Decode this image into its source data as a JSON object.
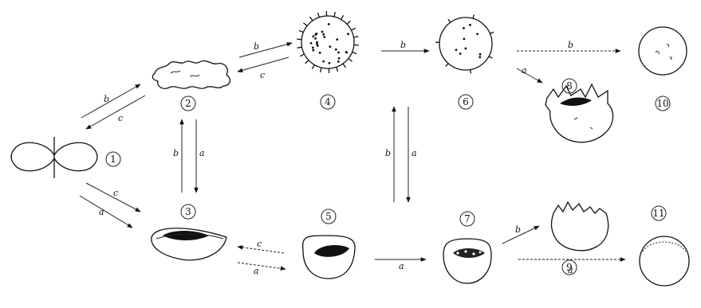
{
  "stage_labels": [
    "1",
    "2",
    "3",
    "4",
    "5",
    "6",
    "7",
    "8",
    "9",
    "10",
    "11"
  ],
  "arrow_labels": {
    "b": "b",
    "c": "c",
    "a": "a"
  }
}
